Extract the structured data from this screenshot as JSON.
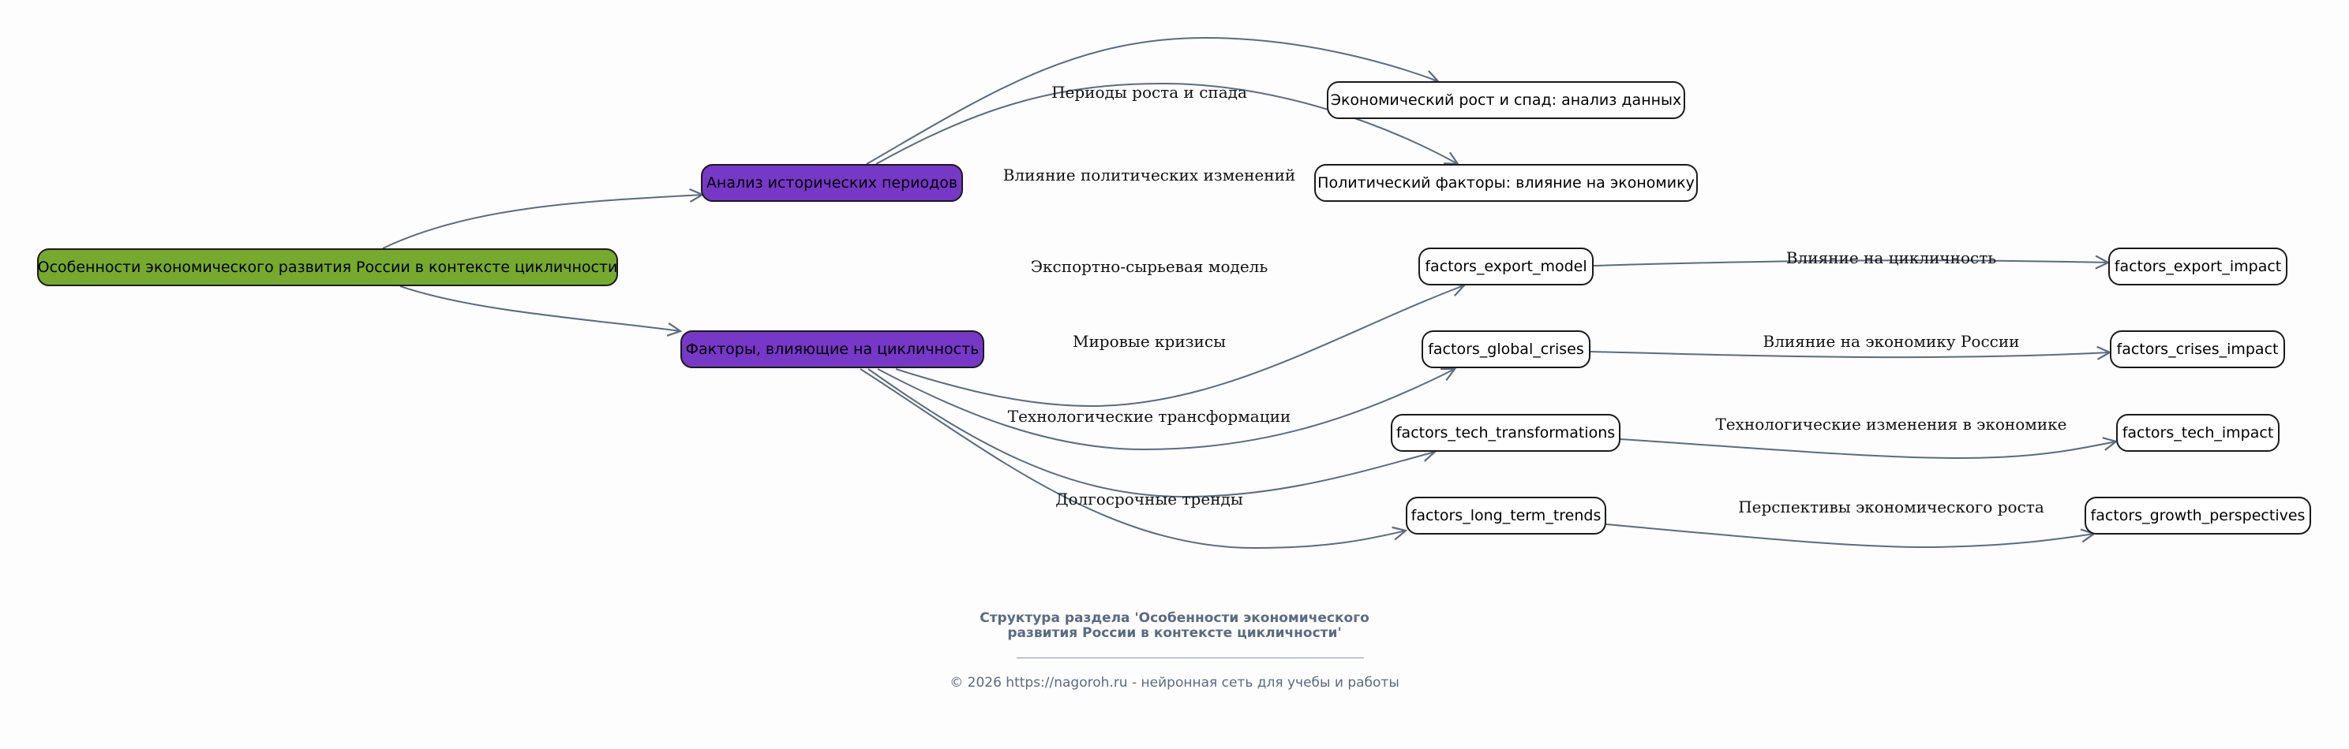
{
  "colors": {
    "background": "#fdfdfe",
    "root_fill": "#76a92e",
    "branch_fill": "#7638c6",
    "leaf_fill": "#ffffff",
    "edge": "#5d6b7c",
    "footer_text": "#5b6a80"
  },
  "nodes": {
    "root": {
      "label": "Особенности экономического развития России в контексте цикличности"
    },
    "history": {
      "label": "Анализ исторических периодов"
    },
    "factors": {
      "label": "Факторы, влияющие на цикличность"
    },
    "econ_growth": {
      "label": "Экономический рост и спад: анализ данных"
    },
    "political": {
      "label": "Политический факторы: влияние на экономику"
    },
    "export_model": {
      "label": "factors_export_model"
    },
    "global_crises": {
      "label": "factors_global_crises"
    },
    "tech_transformations": {
      "label": "factors_tech_transformations"
    },
    "long_term_trends": {
      "label": "factors_long_term_trends"
    },
    "export_impact": {
      "label": "factors_export_impact"
    },
    "crises_impact": {
      "label": "factors_crises_impact"
    },
    "tech_impact": {
      "label": "factors_tech_impact"
    },
    "growth_perspectives": {
      "label": "factors_growth_perspectives"
    }
  },
  "edges": [
    {
      "from": "root",
      "to": "history",
      "label": ""
    },
    {
      "from": "root",
      "to": "factors",
      "label": ""
    },
    {
      "from": "history",
      "to": "econ_growth",
      "label": "Периоды роста и спада"
    },
    {
      "from": "history",
      "to": "political",
      "label": "Влияние политических изменений"
    },
    {
      "from": "factors",
      "to": "export_model",
      "label": "Экспортно-сырьевая модель"
    },
    {
      "from": "factors",
      "to": "global_crises",
      "label": "Мировые кризисы"
    },
    {
      "from": "factors",
      "to": "tech_transformations",
      "label": "Технологические трансформации"
    },
    {
      "from": "factors",
      "to": "long_term_trends",
      "label": "Долгосрочные тренды"
    },
    {
      "from": "export_model",
      "to": "export_impact",
      "label": "Влияние на цикличность"
    },
    {
      "from": "global_crises",
      "to": "crises_impact",
      "label": "Влияние на экономику России"
    },
    {
      "from": "tech_transformations",
      "to": "tech_impact",
      "label": "Технологические изменения в экономике"
    },
    {
      "from": "long_term_trends",
      "to": "growth_perspectives",
      "label": "Перспективы экономического роста"
    }
  ],
  "footer": {
    "title_line1": "Структура раздела 'Особенности экономического",
    "title_line2": "развития России в контексте цикличности'",
    "copyright": "© 2026 https://nagoroh.ru - нейронная сеть для учебы и работы"
  }
}
